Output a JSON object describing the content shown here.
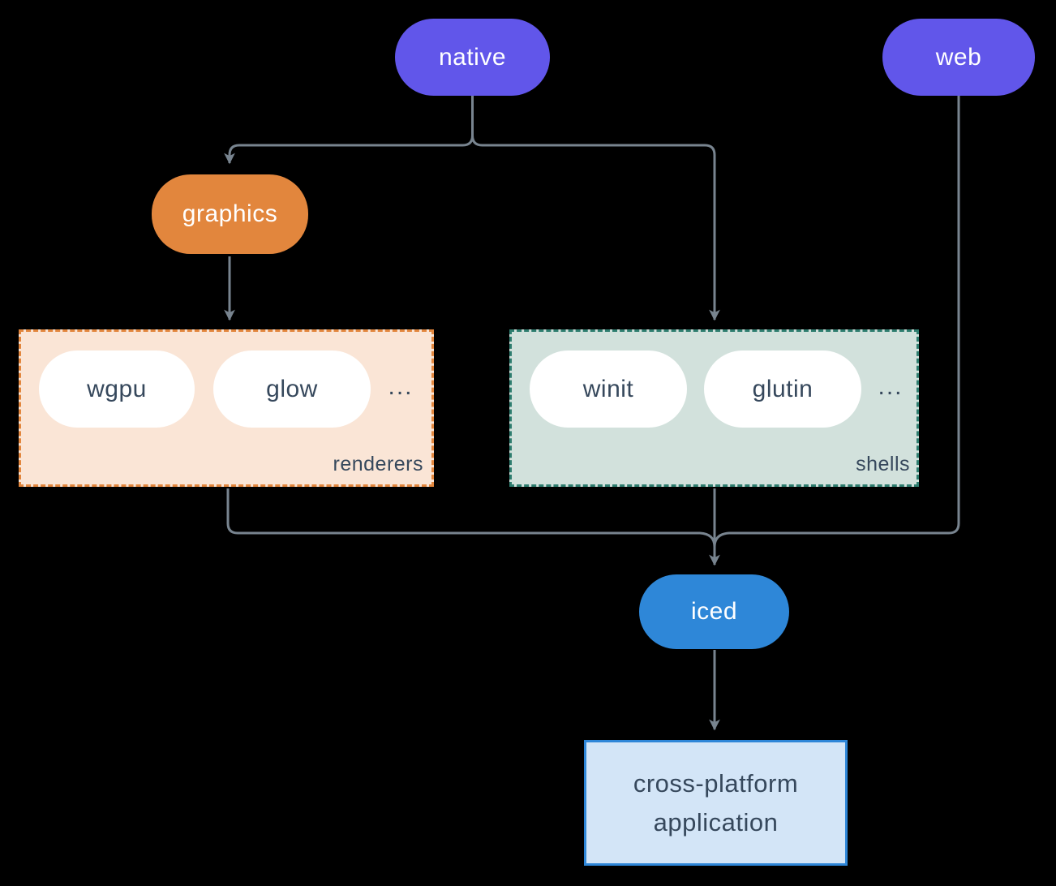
{
  "diagram": {
    "background": "#000000",
    "edge_color": "#78848F",
    "text_on_color": "#FFFFFF",
    "text_dark": "#36485C",
    "nodes": {
      "native": {
        "label": "native",
        "color": "#6156EA"
      },
      "web": {
        "label": "web",
        "color": "#6156EA"
      },
      "graphics": {
        "label": "graphics",
        "color": "#E2863D"
      },
      "iced": {
        "label": "iced",
        "color": "#2E87D8"
      }
    },
    "groups": {
      "renderers": {
        "label": "renderers",
        "fill": "#FAE5D6",
        "border": "#E2863D",
        "items": [
          "wgpu",
          "glow"
        ],
        "ellipsis": "..."
      },
      "shells": {
        "label": "shells",
        "fill": "#D2E1DC",
        "border": "#2E7D6F",
        "items": [
          "winit",
          "glutin"
        ],
        "ellipsis": "..."
      }
    },
    "application": {
      "label_lines": [
        "cross-platform",
        "application"
      ],
      "fill": "#D3E5F7",
      "border": "#2E86D8"
    }
  }
}
